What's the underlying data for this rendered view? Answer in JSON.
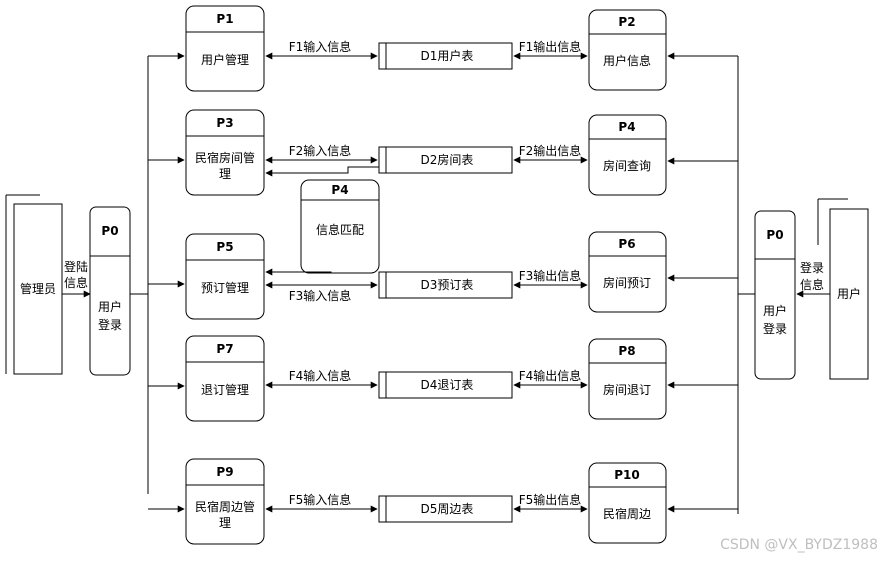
{
  "external": {
    "admin": "管理员",
    "user": "用户"
  },
  "login": {
    "left": {
      "id": "P0",
      "l1": "用户",
      "l2": "登录"
    },
    "right": {
      "id": "P0",
      "l1": "用户",
      "l2": "登录"
    }
  },
  "labels": {
    "admin_l1": "登陆",
    "admin_l2": "信息",
    "user_l1": "登录",
    "user_l2": "信息"
  },
  "left_procs": [
    {
      "id": "P1",
      "l1": "用户管理",
      "l2": ""
    },
    {
      "id": "P3",
      "l1": "民宿房间管",
      "l2": "理"
    },
    {
      "id": "P5",
      "l1": "预订管理",
      "l2": ""
    },
    {
      "id": "P7",
      "l1": "退订管理",
      "l2": ""
    },
    {
      "id": "P9",
      "l1": "民宿周边管",
      "l2": "理"
    }
  ],
  "right_procs": [
    {
      "id": "P2",
      "l1": "用户信息"
    },
    {
      "id": "P4",
      "l1": "房间查询"
    },
    {
      "id": "P6",
      "l1": "房间预订"
    },
    {
      "id": "P8",
      "l1": "房间退订"
    },
    {
      "id": "P10",
      "l1": "民宿周边"
    }
  ],
  "stores": [
    "D1用户表",
    "D2房间表",
    "D3预订表",
    "D4退订表",
    "D5周边表"
  ],
  "in_flows": [
    "F1输入信息",
    "F2输入信息",
    "F3输入信息",
    "F4输入信息",
    "F5输入信息"
  ],
  "out_flows": [
    "F1输出信息",
    "F2输出信息",
    "F3输出信息",
    "F4输出信息",
    "F5输出信息"
  ],
  "match": {
    "id": "P4",
    "l1": "信息匹配"
  },
  "watermark": "CSDN @VX_BYDZ1988"
}
